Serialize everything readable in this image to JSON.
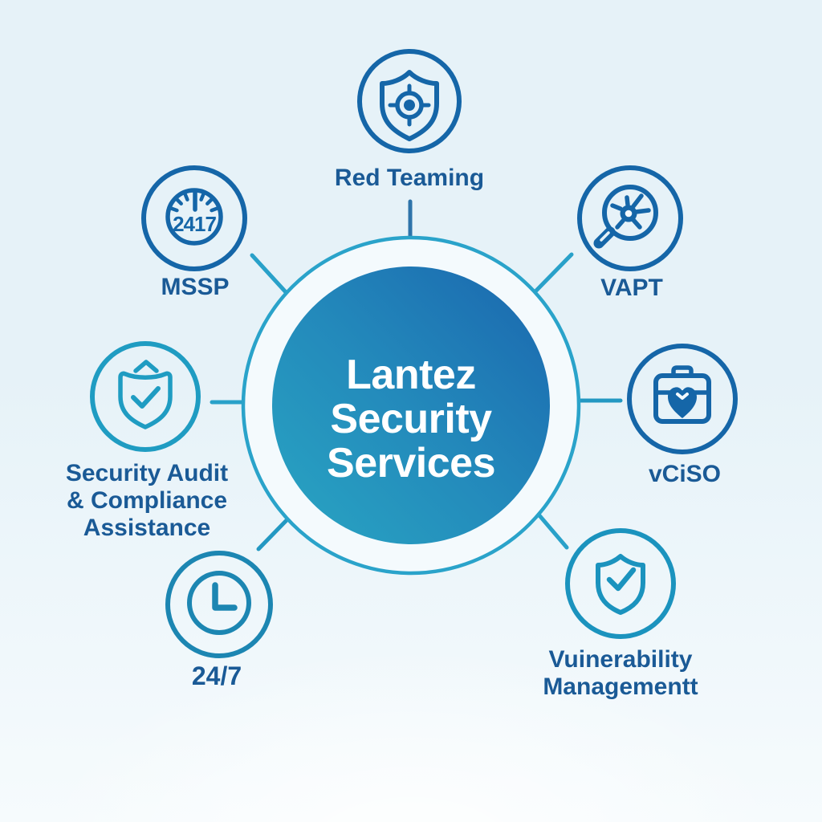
{
  "theme": {
    "bg_top": "#e6f2f8",
    "bg_bottom": "#f6fbfd",
    "center_grad_start": "#29a6c3",
    "center_grad_mid": "#2389bb",
    "center_grad_end": "#1a66ae",
    "ring_stroke": "#2aa3ca",
    "ring_fill": "#f4fafd",
    "label_color": "#1a5a96",
    "center_text_color": "#ffffff",
    "icon_blue": "#1566a8",
    "icon_mid": "#1c86b2",
    "icon_teal": "#1f9cc2",
    "icon_cyan": "#1b93be",
    "line_blue": "#2e74aa",
    "line_teal": "#2398c2",
    "line_cyan": "#29a1c9"
  },
  "center": {
    "title_lines": [
      "Lantez",
      "Security",
      "Services"
    ]
  },
  "nodes": [
    {
      "id": "red-teaming",
      "label": "Red Teaming",
      "icon": "shield-crosshair-icon"
    },
    {
      "id": "mssp",
      "label": "MSSP",
      "icon": "gauge-icon",
      "gauge_text": "2417"
    },
    {
      "id": "vapt",
      "label": "VAPT",
      "icon": "bug-magnifier-icon"
    },
    {
      "id": "vciso",
      "label": "vCiSO",
      "icon": "briefcase-shield-icon"
    },
    {
      "id": "security-audit",
      "label_lines": [
        "Security Audit",
        "& Compliance",
        "Assistance"
      ],
      "icon": "shield-check-caret-icon"
    },
    {
      "id": "support-247",
      "label": "24/7",
      "icon": "clock-icon"
    },
    {
      "id": "vulnerability-management",
      "label_lines": [
        "Vuinerability",
        "Managementt"
      ],
      "icon": "shield-check-icon"
    }
  ]
}
